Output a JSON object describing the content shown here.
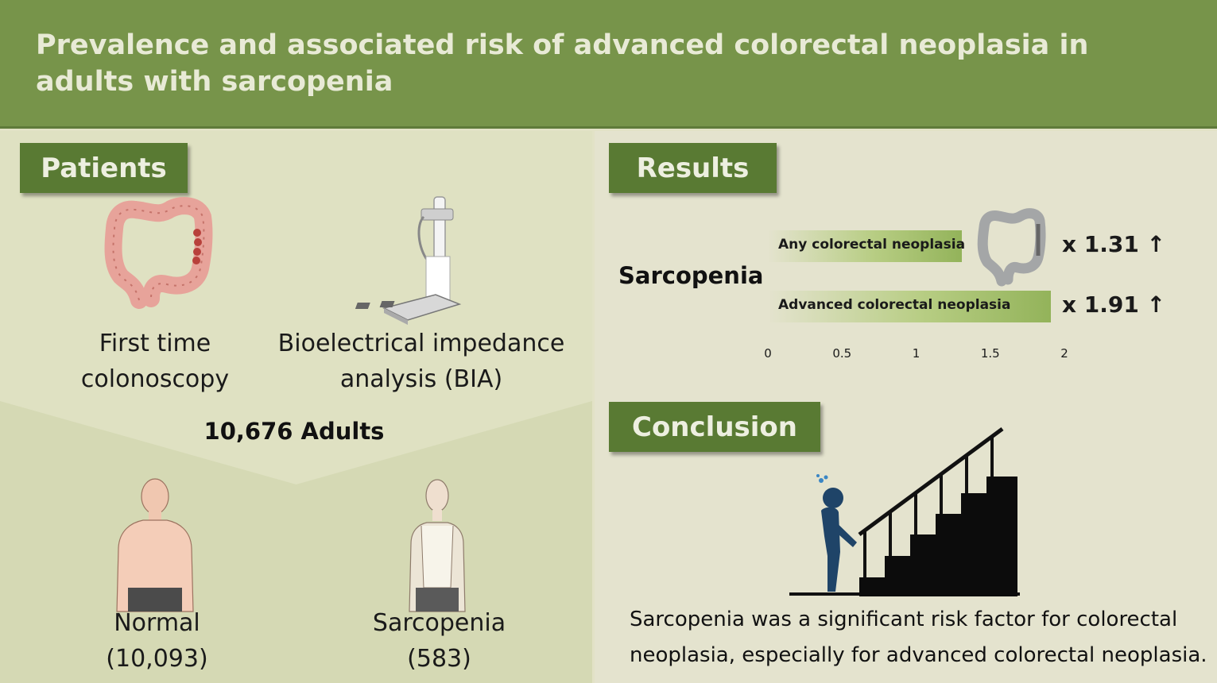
{
  "title": "Prevalence and associated risk of advanced colorectal neoplasia in adults with sarcopenia",
  "patients": {
    "heading": "Patients",
    "colonoscopy_line1": "First time",
    "colonoscopy_line2": "colonoscopy",
    "bia_line1": "Bioelectrical impedance",
    "bia_line2": "analysis (BIA)",
    "total": "10,676 Adults",
    "normal_label": "Normal",
    "normal_count": "(10,093)",
    "sarcopenia_label": "Sarcopenia",
    "sarcopenia_count": "(583)"
  },
  "results": {
    "heading": "Results",
    "group_label": "Sarcopenia"
  },
  "chart_data": {
    "type": "bar",
    "orientation": "horizontal",
    "categories": [
      "Any colorectal neoplasia",
      "Advanced colorectal neoplasia"
    ],
    "values": [
      1.31,
      1.91
    ],
    "value_labels": [
      "x 1.31 ↑",
      "x 1.91 ↑"
    ],
    "xlim": [
      0,
      2
    ],
    "xticks": [
      "0",
      "0.5",
      "1",
      "1.5",
      "2"
    ],
    "title": "",
    "xlabel": "",
    "ylabel": "",
    "grid": false
  },
  "conclusion": {
    "heading": "Conclusion",
    "text": "Sarcopenia was a significant risk factor for colorectal neoplasia, especially for advanced colorectal neoplasia."
  },
  "colors": {
    "header": "#77944a",
    "tag": "#597a33",
    "bar": "#93b35a"
  }
}
